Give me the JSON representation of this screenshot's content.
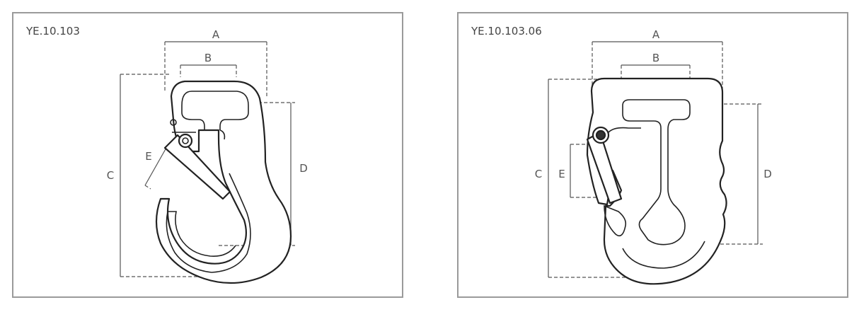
{
  "diagrams": [
    {
      "code": "YE.10.103",
      "labels": {
        "a": "A",
        "b": "B",
        "c": "C",
        "d": "D",
        "e": "E"
      }
    },
    {
      "code": "YE.10.103.06",
      "labels": {
        "a": "A",
        "b": "B",
        "c": "C",
        "d": "D",
        "e": "E"
      }
    }
  ]
}
